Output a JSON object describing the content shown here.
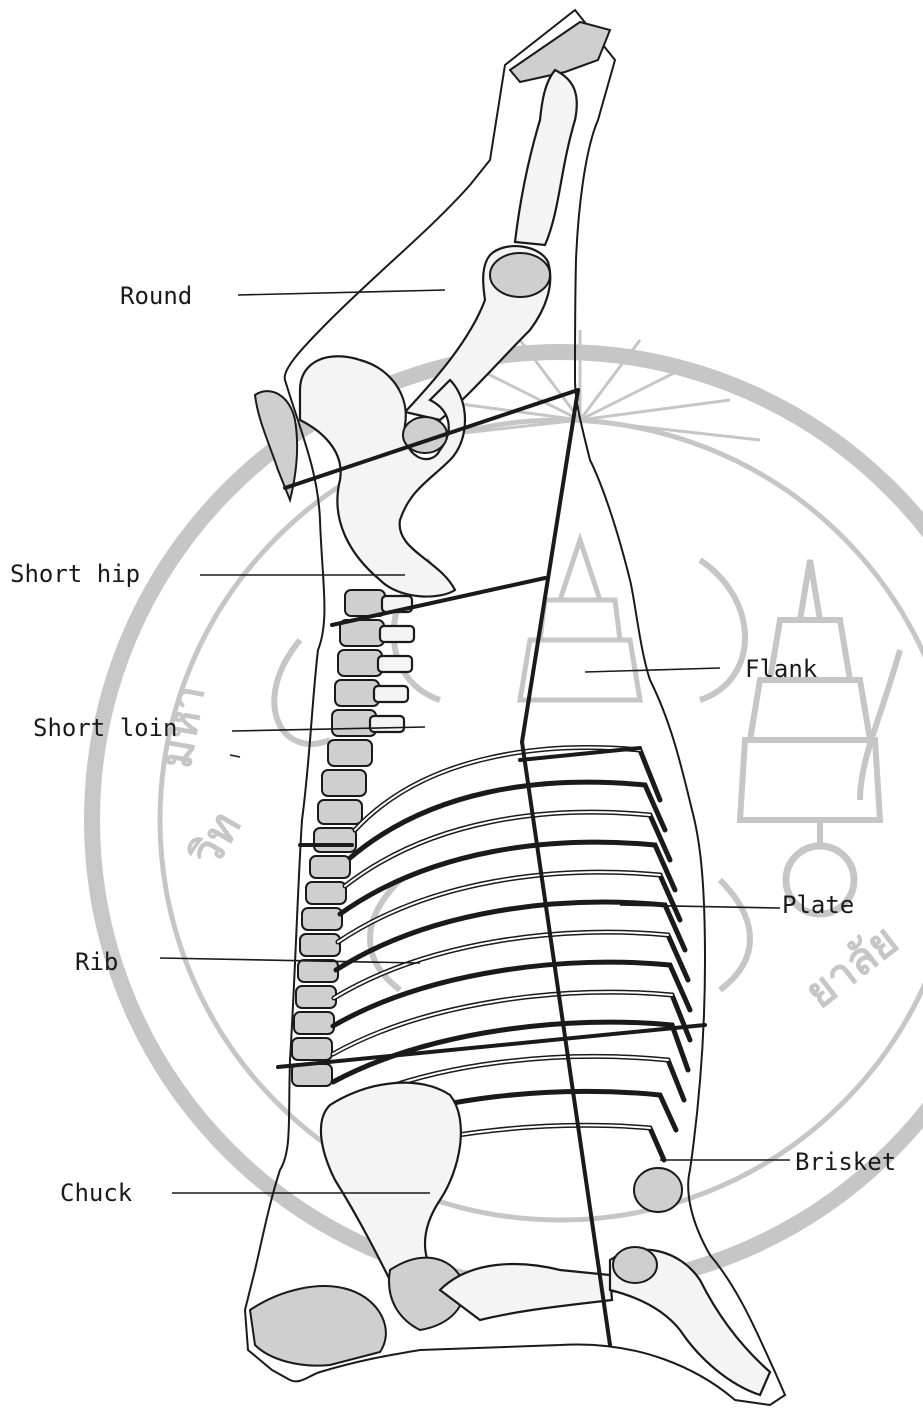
{
  "labels": {
    "round": "Round",
    "short_hip": "Short hip",
    "short_loin": "Short loin",
    "flank": "Flank",
    "plate": "Plate",
    "rib": "Rib",
    "brisket": "Brisket",
    "chuck": "Chuck"
  },
  "colors": {
    "ink": "#1a1a1a",
    "watermark": "#bdbdbd",
    "background": "#ffffff"
  }
}
